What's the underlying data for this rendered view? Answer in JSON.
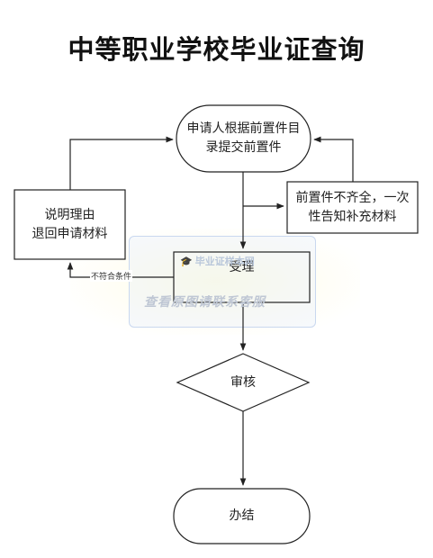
{
  "title": "中等职业学校毕业证查询",
  "nodes": {
    "apply": "申请人根据前置件目\n录提交前置件",
    "explain": "说明理由\n退回申请材料",
    "notify": "前置件不齐全，一次\n性告知补充材料",
    "accept": "受理",
    "review": "审核",
    "finish": "办结"
  },
  "edges": {
    "reject_label": "不符合条件"
  },
  "watermark": {
    "logo": "毕业证样本网",
    "text": "查看原图请联系客服"
  }
}
